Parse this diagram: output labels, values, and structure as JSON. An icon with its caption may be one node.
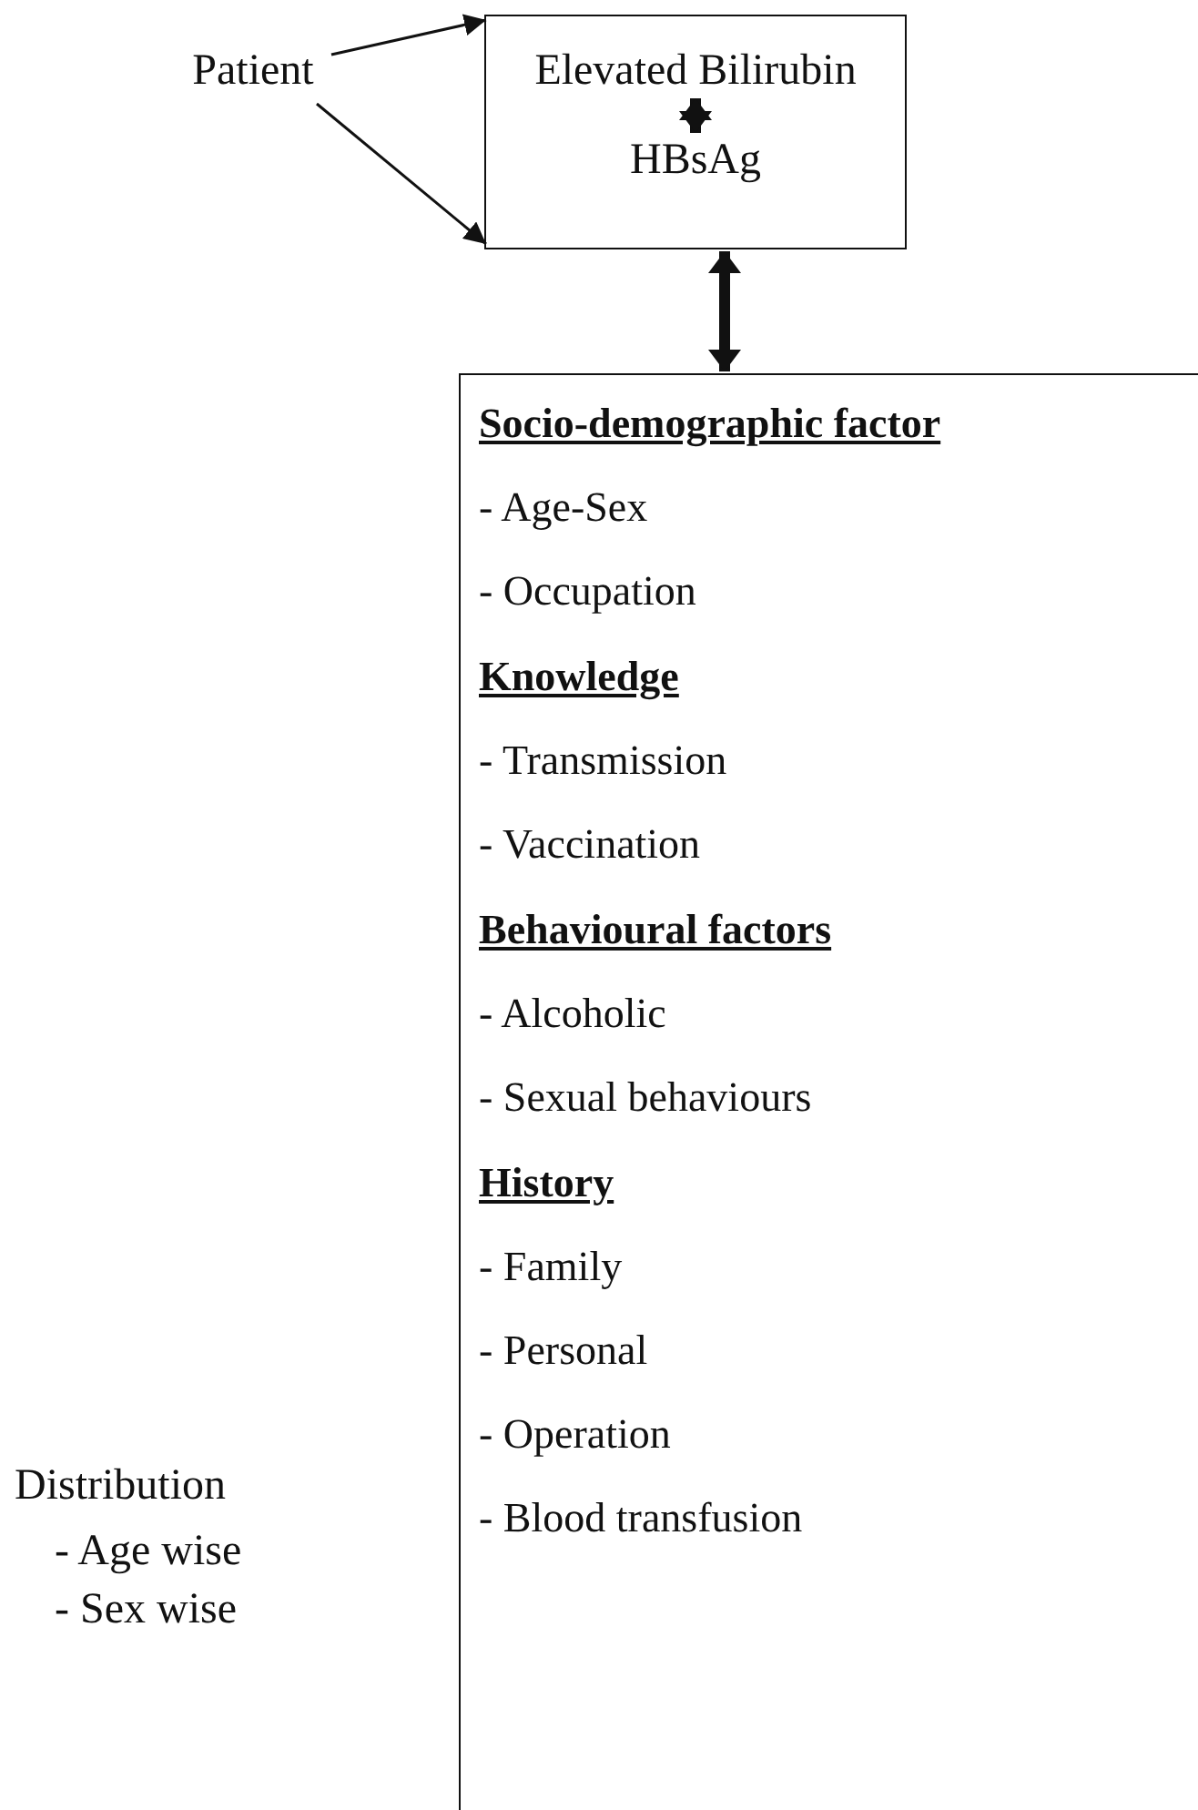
{
  "diagram": {
    "nodes": [
      {
        "text": [
          "Patient"
        ]
      },
      {
        "text": [],
        "shape": "box"
      },
      {
        "text": [
          "Elevated Bilirubin"
        ],
        "in": 1
      },
      {
        "text": [
          "HBsAg"
        ],
        "in": 1
      },
      {
        "text": [],
        "shape": "box"
      },
      {
        "text": [
          "Socio-demographic factor",
          "- Age-Sex",
          "- Occupation"
        ],
        "in": 4
      },
      {
        "text": [
          "Knowledge",
          "- Transmission",
          "- Vaccination"
        ],
        "in": 4
      },
      {
        "text": [
          "Behavioural factors",
          "- Alcoholic",
          "- Sexual behaviours"
        ],
        "in": 4
      },
      {
        "text": [
          "History",
          "- Family",
          "- Personal",
          "- Operation",
          "- Blood transfusion"
        ],
        "in": 4
      }
    ],
    "edges": [
      {
        "from": 0,
        "to": 1,
        "arrow": "to"
      },
      {
        "from": 0,
        "to": 1,
        "arrow": "to"
      },
      {
        "from": 2,
        "to": 3,
        "arrow": "both",
        "style": "thick"
      },
      {
        "from": 1,
        "to": 4,
        "arrow": "both",
        "style": "thick"
      }
    ],
    "labels": [
      "Distribution",
      "- Age wise",
      "- Sex wise"
    ]
  }
}
